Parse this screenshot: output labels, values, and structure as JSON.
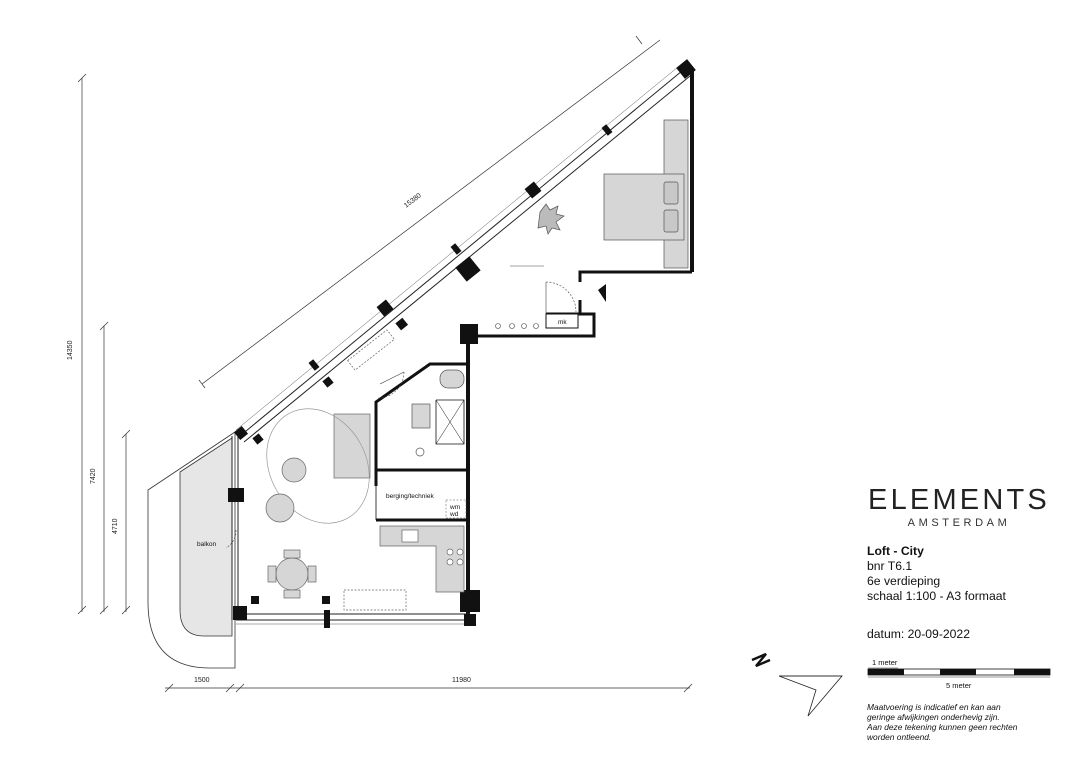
{
  "brand": {
    "name": "ELEMENTS",
    "city": "AMSTERDAM"
  },
  "unit": {
    "title": "Loft - City",
    "bnr": "bnr T6.1",
    "floor": "6e verdieping",
    "scale": "schaal 1:100 - A3 formaat",
    "date": "datum: 20-09-2022"
  },
  "disclaimer": [
    "Maatvoering is indicatief en kan aan",
    "geringe afwijkingen onderhevig zijn.",
    "Aan deze tekening kunnen geen rechten",
    "worden ontleend."
  ],
  "scalebar": {
    "label_1m": "1 meter",
    "label_5m": "5 meter"
  },
  "dimensions": {
    "diagonal": "15380",
    "total_height": "14350",
    "height_mid": "7420",
    "height_low": "4710",
    "balcony_width": "1500",
    "main_width": "11980"
  },
  "rooms": {
    "balcony": "balkon",
    "storage": "berging/techniek",
    "meter_cupboard": "mk",
    "washer": "wm",
    "dryer": "wd"
  },
  "colors": {
    "wall": "#111111",
    "furniture": "#d6d6d6",
    "balcony_fill": "#e6e6e6",
    "line": "#333333"
  }
}
